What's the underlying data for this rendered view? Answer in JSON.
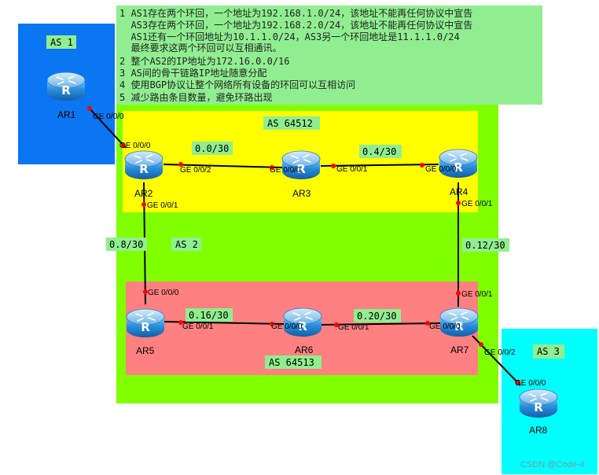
{
  "notes": {
    "lines": [
      "1 AS1存在两个环回，一个地址为192.168.1.0/24，该地址不能再任何协议中宣告",
      "  AS3存在两个环回，一个地址为192.168.2.0/24，该地址不能再任何协议中宣告",
      "  AS1还有一个环回地址为10.1.1.0/24，AS3另一个环回地址是11.1.1.0/24",
      "  最终要求这两个环回可以互相通讯。",
      "2 整个AS2的IP地址为172.16.0.0/16",
      "3 AS间的骨干链路IP地址随意分配",
      "4 使用BGP协议让整个网络所有设备的环回可以互相访问",
      "5 减少路由条目数量，避免环路出现"
    ]
  },
  "areas": {
    "as1": "AS 1",
    "as2": "AS 2",
    "as3": "AS 3",
    "as64512": "AS 64512",
    "as64513": "AS 64513"
  },
  "colors": {
    "as1": "#0a76f2",
    "as2": "#80ff00",
    "as3": "#00ffff",
    "as64512": "#ffff00",
    "as64513": "#ff8080",
    "notes": "#90ee90",
    "label_bg": "#90ee90",
    "router": "#1f87d8",
    "port": "#ff0000"
  },
  "routers": {
    "ar1": "AR1",
    "ar2": "AR2",
    "ar3": "AR3",
    "ar4": "AR4",
    "ar5": "AR5",
    "ar6": "AR6",
    "ar7": "AR7",
    "ar8": "AR8"
  },
  "interfaces": {
    "ar1_g000": "GE 0/0/0",
    "ar2_g000": "GE 0/0/0",
    "ar2_g002": "GE 0/0/2",
    "ar2_g001": "GE 0/0/1",
    "ar3_g000": "GE 0/0/0",
    "ar3_g001": "GE 0/0/1",
    "ar4_g000": "GE 0/0/0",
    "ar4_g001": "GE 0/0/1",
    "ar5_g000": "GE 0/0/0",
    "ar5_g001": "GE 0/0/1",
    "ar6_g000": "GE 0/0/0",
    "ar6_g001": "GE 0/0/1",
    "ar7_g000": "GE 0/0/0",
    "ar7_g001": "GE 0/0/1",
    "ar7_g002": "GE 0/0/2",
    "ar8_g000": "GE 0/0/0"
  },
  "subnets": {
    "ar2_ar3": "0.0/30",
    "ar3_ar4": "0.4/30",
    "ar2_ar5": "0.8/30",
    "ar4_ar7": "0.12/30",
    "ar5_ar6": "0.16/30",
    "ar6_ar7": "0.20/30"
  },
  "router_icon": "router-icon",
  "watermark": "CSDN @Code-4"
}
